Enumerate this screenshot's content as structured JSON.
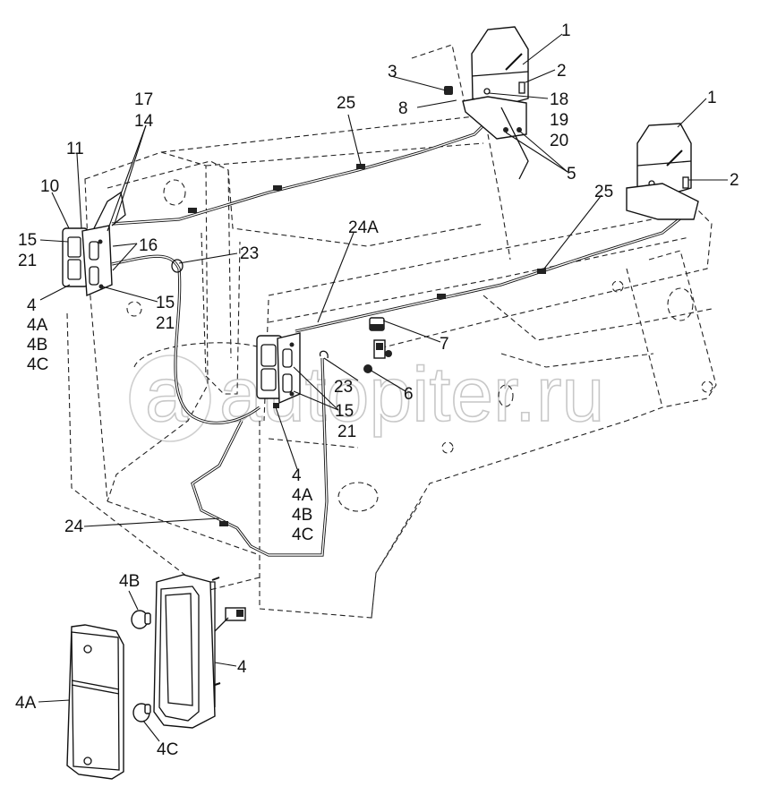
{
  "diagram": {
    "title": "Rear / work lamps wiring assembly",
    "watermark": "autopiter.ru",
    "watermark_logo_letter": "a",
    "callouts": [
      {
        "id": "c1a",
        "text": "1"
      },
      {
        "id": "c2a",
        "text": "2"
      },
      {
        "id": "c18",
        "text": "18"
      },
      {
        "id": "c19",
        "text": "19"
      },
      {
        "id": "c20",
        "text": "20"
      },
      {
        "id": "c3",
        "text": "3"
      },
      {
        "id": "c8",
        "text": "8"
      },
      {
        "id": "c5",
        "text": "5"
      },
      {
        "id": "c1b",
        "text": "1"
      },
      {
        "id": "c2b",
        "text": "2"
      },
      {
        "id": "c25a",
        "text": "25"
      },
      {
        "id": "c25b",
        "text": "25"
      },
      {
        "id": "c17",
        "text": "17"
      },
      {
        "id": "c14",
        "text": "14"
      },
      {
        "id": "c11",
        "text": "11"
      },
      {
        "id": "c10",
        "text": "10"
      },
      {
        "id": "c15a",
        "text": "15"
      },
      {
        "id": "c21a",
        "text": "21"
      },
      {
        "id": "c16",
        "text": "16"
      },
      {
        "id": "c23a",
        "text": "23"
      },
      {
        "id": "c4a",
        "text": "4"
      },
      {
        "id": "c4Aa",
        "text": "4A"
      },
      {
        "id": "c4Ba",
        "text": "4B"
      },
      {
        "id": "c4Ca",
        "text": "4C"
      },
      {
        "id": "c15b",
        "text": "15"
      },
      {
        "id": "c21b",
        "text": "21"
      },
      {
        "id": "c24A",
        "text": "24A"
      },
      {
        "id": "c7",
        "text": "7"
      },
      {
        "id": "c23b",
        "text": "23"
      },
      {
        "id": "c6",
        "text": "6"
      },
      {
        "id": "c15c",
        "text": "15"
      },
      {
        "id": "c21c",
        "text": "21"
      },
      {
        "id": "c4b",
        "text": "4"
      },
      {
        "id": "c4Ab",
        "text": "4A"
      },
      {
        "id": "c4Bb",
        "text": "4B"
      },
      {
        "id": "c4Cb",
        "text": "4C"
      },
      {
        "id": "c24",
        "text": "24"
      },
      {
        "id": "c4Bc",
        "text": "4B"
      },
      {
        "id": "c4c",
        "text": "4"
      },
      {
        "id": "c4Ac",
        "text": "4A"
      },
      {
        "id": "c4Cc",
        "text": "4C"
      }
    ]
  }
}
